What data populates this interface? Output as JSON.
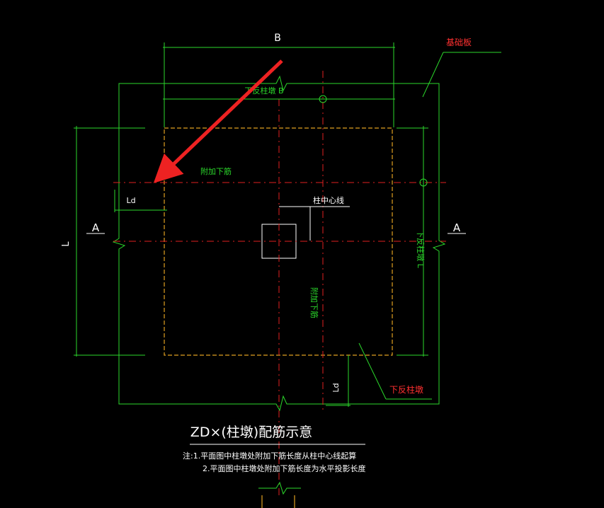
{
  "labels": {
    "dim_b": "B",
    "dim_l": "L",
    "section_left": "A",
    "section_right": "A",
    "ld_left": "Ld",
    "ld_bottom": "Ld",
    "base_plate": "基础板",
    "pier_b": "下反柱墩 B",
    "pier_l": "下反柱墩 L",
    "extra_bar_h": "附加下筋",
    "extra_bar_v": "附加下筋",
    "column_center": "柱中心线",
    "pier_bottom": "下反柱墩"
  },
  "caption": {
    "title": "ZD×(柱墩)配筋示意",
    "note1": "注:1.平面图中柱墩处附加下筋长度从柱中心线起算",
    "note2": "2.平面图中柱墩处附加下筋长度为水平投影长度"
  },
  "colors": {
    "line_green": "#2bd82b",
    "axis_red": "#e02020",
    "pier_yellow": "#e0a020",
    "arrow_red": "#ee2222",
    "annotation_red": "#ff3030"
  }
}
